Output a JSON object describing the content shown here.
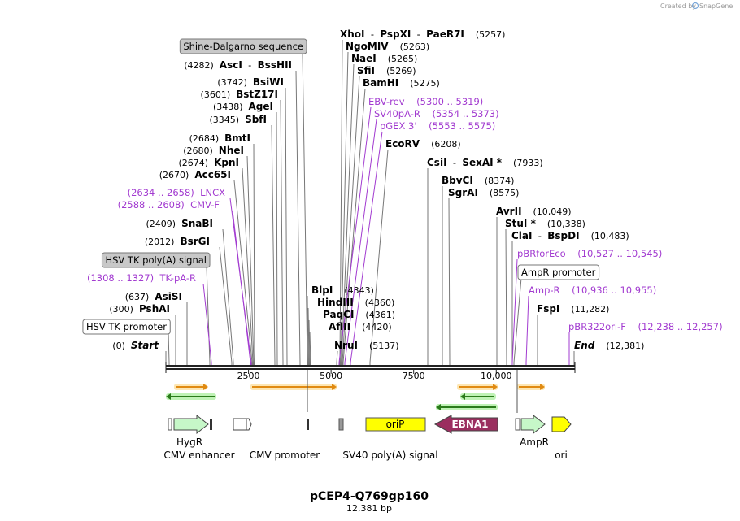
{
  "credit": "Created by",
  "brand": "SnapGene",
  "plasmid": {
    "name": "pCEP4-Q769gp160",
    "length_label": "12,381 bp"
  },
  "scale": {
    "total": 12381
  },
  "ticks": [
    "2500",
    "5000",
    "7500",
    "10,000"
  ],
  "labels": [
    {
      "id": "xhoi",
      "type": "enzyme",
      "parts": [
        {
          "t": "XhoI",
          "c": "enz"
        },
        {
          "t": "  -  ",
          "c": "plain"
        },
        {
          "t": "PspXI",
          "c": "enz"
        },
        {
          "t": "  -  ",
          "c": "plain"
        },
        {
          "t": "PaeR7I",
          "c": "enz"
        },
        {
          "t": "    (5257)",
          "c": "pos"
        }
      ]
    },
    {
      "id": "ngomiv",
      "type": "enzyme",
      "parts": [
        {
          "t": "NgoMIV",
          "c": "enz"
        },
        {
          "t": "    (5263)",
          "c": "pos"
        }
      ]
    },
    {
      "id": "naei",
      "type": "enzyme",
      "parts": [
        {
          "t": "NaeI",
          "c": "enz"
        },
        {
          "t": "    (5265)",
          "c": "pos"
        }
      ]
    },
    {
      "id": "sfii",
      "type": "enzyme",
      "parts": [
        {
          "t": "SfiI",
          "c": "enz"
        },
        {
          "t": "    (5269)",
          "c": "pos"
        }
      ]
    },
    {
      "id": "bamhi",
      "type": "enzyme",
      "parts": [
        {
          "t": "BamHI",
          "c": "enz"
        },
        {
          "t": "    (5275)",
          "c": "pos"
        }
      ]
    },
    {
      "id": "ebv-rev",
      "type": "primer",
      "parts": [
        {
          "t": "EBV-rev",
          "c": "primer"
        },
        {
          "t": "    (5300 .. 5319)",
          "c": "primer"
        }
      ]
    },
    {
      "id": "sv40pa-r",
      "type": "primer",
      "parts": [
        {
          "t": "SV40pA-R",
          "c": "primer"
        },
        {
          "t": "    (5354 .. 5373)",
          "c": "primer"
        }
      ]
    },
    {
      "id": "pgex3",
      "type": "primer",
      "parts": [
        {
          "t": "pGEX 3'",
          "c": "primer"
        },
        {
          "t": "    (5553 .. 5575)",
          "c": "primer"
        }
      ]
    },
    {
      "id": "ecorv",
      "type": "enzyme",
      "parts": [
        {
          "t": "EcoRV",
          "c": "enz"
        },
        {
          "t": "    (6208)",
          "c": "pos"
        }
      ]
    },
    {
      "id": "csii",
      "type": "enzyme",
      "parts": [
        {
          "t": "CsiI",
          "c": "enz"
        },
        {
          "t": "  -  ",
          "c": "plain"
        },
        {
          "t": "SexAI *",
          "c": "enz"
        },
        {
          "t": "    (7933)",
          "c": "pos"
        }
      ]
    },
    {
      "id": "bbvci",
      "type": "enzyme",
      "parts": [
        {
          "t": "BbvCI",
          "c": "enz"
        },
        {
          "t": "    (8374)",
          "c": "pos"
        }
      ]
    },
    {
      "id": "sgrai",
      "type": "enzyme",
      "parts": [
        {
          "t": "SgrAI",
          "c": "enz"
        },
        {
          "t": "    (8575)",
          "c": "pos"
        }
      ]
    },
    {
      "id": "avrii",
      "type": "enzyme",
      "parts": [
        {
          "t": "AvrII",
          "c": "enz"
        },
        {
          "t": "    (10,049)",
          "c": "pos"
        }
      ]
    },
    {
      "id": "stui",
      "type": "enzyme",
      "parts": [
        {
          "t": "StuI *",
          "c": "enz"
        },
        {
          "t": "    (10,338)",
          "c": "pos"
        }
      ]
    },
    {
      "id": "clai",
      "type": "enzyme",
      "parts": [
        {
          "t": "ClaI",
          "c": "enz"
        },
        {
          "t": "  -  ",
          "c": "plain"
        },
        {
          "t": "BspDI",
          "c": "enz"
        },
        {
          "t": "    (10,483)",
          "c": "pos"
        }
      ]
    },
    {
      "id": "pbrforeco",
      "type": "primer",
      "parts": [
        {
          "t": "pBRforEco",
          "c": "primer"
        },
        {
          "t": "    (10,527 .. 10,545)",
          "c": "primer"
        }
      ]
    },
    {
      "id": "ampr-promoter",
      "type": "box",
      "parts": [
        {
          "t": "AmpR promoter",
          "c": "boxtxt"
        }
      ]
    },
    {
      "id": "amp-r",
      "type": "primer",
      "parts": [
        {
          "t": "Amp-R",
          "c": "primer"
        },
        {
          "t": "    (10,936 .. 10,955)",
          "c": "primer"
        }
      ]
    },
    {
      "id": "fspi",
      "type": "enzyme",
      "parts": [
        {
          "t": "FspI",
          "c": "enz"
        },
        {
          "t": "    (11,282)",
          "c": "pos"
        }
      ]
    },
    {
      "id": "pbr322ori-f",
      "type": "primer",
      "parts": [
        {
          "t": "pBR322ori-F",
          "c": "primer"
        },
        {
          "t": "    (12,238 .. 12,257)",
          "c": "primer"
        }
      ]
    },
    {
      "id": "end",
      "type": "enzyme",
      "parts": [
        {
          "t": "End",
          "c": "enz ital"
        },
        {
          "t": "    (12,381)",
          "c": "pos"
        }
      ]
    },
    {
      "id": "shine-dalgarno",
      "type": "greybox",
      "parts": [
        {
          "t": "Shine-Dalgarno sequence",
          "c": "boxtxt"
        }
      ]
    },
    {
      "id": "asci",
      "type": "enzyme",
      "parts": [
        {
          "t": "(4282)  ",
          "c": "pos"
        },
        {
          "t": "AscI",
          "c": "enz"
        },
        {
          "t": "  -  ",
          "c": "plain"
        },
        {
          "t": "BssHII",
          "c": "enz"
        }
      ]
    },
    {
      "id": "bsiwi",
      "type": "enzyme",
      "parts": [
        {
          "t": "(3742)  ",
          "c": "pos"
        },
        {
          "t": "BsiWI",
          "c": "enz"
        }
      ]
    },
    {
      "id": "bstz17i",
      "type": "enzyme",
      "parts": [
        {
          "t": "(3601)  ",
          "c": "pos"
        },
        {
          "t": "BstZ17I",
          "c": "enz"
        }
      ]
    },
    {
      "id": "agei",
      "type": "enzyme",
      "parts": [
        {
          "t": "(3438)  ",
          "c": "pos"
        },
        {
          "t": "AgeI",
          "c": "enz"
        }
      ]
    },
    {
      "id": "sbfi",
      "type": "enzyme",
      "parts": [
        {
          "t": "(3345)  ",
          "c": "pos"
        },
        {
          "t": "SbfI",
          "c": "enz"
        }
      ]
    },
    {
      "id": "bmti",
      "type": "enzyme",
      "parts": [
        {
          "t": "(2684)  ",
          "c": "pos"
        },
        {
          "t": "BmtI",
          "c": "enz"
        }
      ]
    },
    {
      "id": "nhei",
      "type": "enzyme",
      "parts": [
        {
          "t": "(2680)  ",
          "c": "pos"
        },
        {
          "t": "NheI",
          "c": "enz"
        }
      ]
    },
    {
      "id": "kpni",
      "type": "enzyme",
      "parts": [
        {
          "t": "(2674)  ",
          "c": "pos"
        },
        {
          "t": "KpnI",
          "c": "enz"
        }
      ]
    },
    {
      "id": "acc65i",
      "type": "enzyme",
      "parts": [
        {
          "t": "(2670)  ",
          "c": "pos"
        },
        {
          "t": "Acc65I",
          "c": "enz"
        }
      ]
    },
    {
      "id": "lncx",
      "type": "primer",
      "parts": [
        {
          "t": "(2634 .. 2658)  ",
          "c": "primer"
        },
        {
          "t": "LNCX",
          "c": "primer"
        }
      ]
    },
    {
      "id": "cmv-f",
      "type": "primer",
      "parts": [
        {
          "t": "(2588 .. 2608)  ",
          "c": "primer"
        },
        {
          "t": "CMV-F",
          "c": "primer"
        }
      ]
    },
    {
      "id": "snabi",
      "type": "enzyme",
      "parts": [
        {
          "t": "(2409)  ",
          "c": "pos"
        },
        {
          "t": "SnaBI",
          "c": "enz"
        }
      ]
    },
    {
      "id": "bsrgi",
      "type": "enzyme",
      "parts": [
        {
          "t": "(2012)  ",
          "c": "pos"
        },
        {
          "t": "BsrGI",
          "c": "enz"
        }
      ]
    },
    {
      "id": "hsv-tk-polya",
      "type": "greybox",
      "parts": [
        {
          "t": "HSV TK poly(A) signal",
          "c": "boxtxt"
        }
      ]
    },
    {
      "id": "tk-pa-r",
      "type": "primer",
      "parts": [
        {
          "t": "(1308 .. 1327)  ",
          "c": "primer"
        },
        {
          "t": "TK-pA-R",
          "c": "primer"
        }
      ]
    },
    {
      "id": "asisi",
      "type": "enzyme",
      "parts": [
        {
          "t": "(637)  ",
          "c": "pos"
        },
        {
          "t": "AsiSI",
          "c": "enz"
        }
      ]
    },
    {
      "id": "pshai",
      "type": "enzyme",
      "parts": [
        {
          "t": "(300)  ",
          "c": "pos"
        },
        {
          "t": "PshAI",
          "c": "enz"
        }
      ]
    },
    {
      "id": "hsv-tk-promoter",
      "type": "box",
      "parts": [
        {
          "t": "HSV TK promoter",
          "c": "boxtxt"
        }
      ]
    },
    {
      "id": "start",
      "type": "enzyme",
      "parts": [
        {
          "t": "(0)  ",
          "c": "pos"
        },
        {
          "t": "Start",
          "c": "enz ital"
        }
      ]
    },
    {
      "id": "blpi",
      "type": "enzyme",
      "parts": [
        {
          "t": "BlpI",
          "c": "enz"
        },
        {
          "t": "    (4343)",
          "c": "pos"
        }
      ]
    },
    {
      "id": "hindiii",
      "type": "enzyme",
      "parts": [
        {
          "t": "HindIII",
          "c": "enz"
        },
        {
          "t": "    (4360)",
          "c": "pos"
        }
      ]
    },
    {
      "id": "paqci",
      "type": "enzyme",
      "parts": [
        {
          "t": "PaqCI",
          "c": "enz"
        },
        {
          "t": "    (4361)",
          "c": "pos"
        }
      ]
    },
    {
      "id": "aflii",
      "type": "enzyme",
      "parts": [
        {
          "t": "AflII",
          "c": "enz"
        },
        {
          "t": "    (4420)",
          "c": "pos"
        }
      ]
    },
    {
      "id": "nrui",
      "type": "enzyme",
      "parts": [
        {
          "t": "NruI",
          "c": "enz"
        },
        {
          "t": "    (5137)",
          "c": "pos"
        }
      ]
    }
  ],
  "features": {
    "hygr": "HygR",
    "cmv_enhancer": "CMV enhancer",
    "cmv_promoter": "CMV promoter",
    "sv40_polya": "SV40 poly(A) signal",
    "orip": "oriP",
    "ebna1": "EBNA1",
    "ampr": "AmpR",
    "ori": "ori"
  },
  "colors": {
    "primer": "#a23bd0",
    "hygr_fill": "#c6f7c8",
    "orip_fill": "#ffff00",
    "ebna1_fill": "#9b2e5f",
    "ori_fill": "#ffff00",
    "orf_arrow": "#e08a12",
    "orf_reverse": "#2a7a1a",
    "grey_box": "#c8c8c8"
  }
}
